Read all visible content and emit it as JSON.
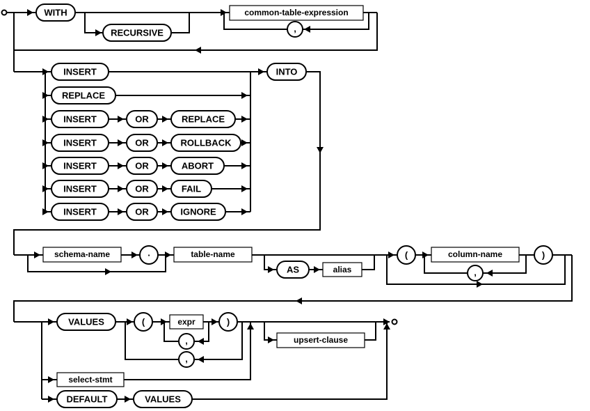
{
  "colors": {
    "line": "#000000",
    "background": "#ffffff"
  },
  "nodes": {
    "with": "WITH",
    "recursive": "RECURSIVE",
    "common_table_expression": "common-table-expression",
    "comma": ",",
    "insert": "INSERT",
    "or": "OR",
    "replace": "REPLACE",
    "rollback": "ROLLBACK",
    "abort": "ABORT",
    "fail": "FAIL",
    "ignore": "IGNORE",
    "into": "INTO",
    "schema_name": "schema-name",
    "dot": ".",
    "table_name": "table-name",
    "as": "AS",
    "alias": "alias",
    "open_paren": "(",
    "column_name": "column-name",
    "close_paren": ")",
    "values": "VALUES",
    "expr": "expr",
    "upsert_clause": "upsert-clause",
    "select_stmt": "select-stmt",
    "default": "DEFAULT"
  }
}
